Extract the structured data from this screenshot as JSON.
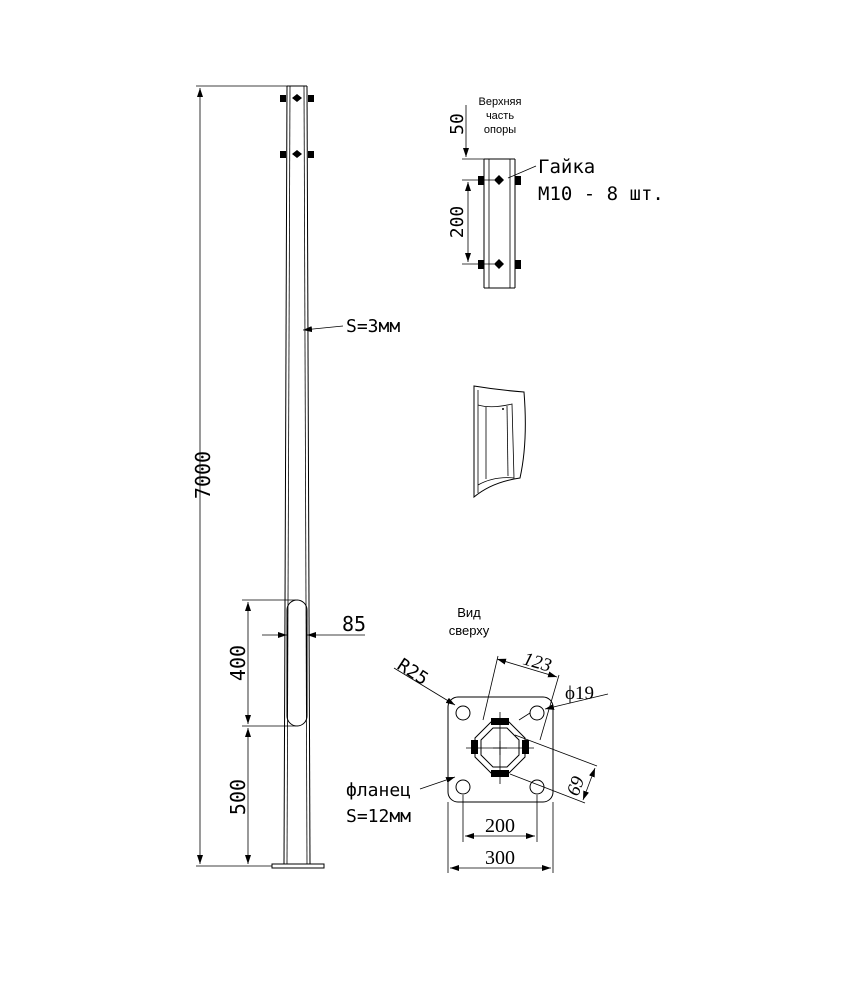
{
  "main_pole": {
    "height_dim": "7000",
    "wall_label": "S=3мм",
    "door_height_dim": "400",
    "door_bottom_dim": "500",
    "door_width_dim": "85"
  },
  "top_detail": {
    "title_line1": "Верхняя",
    "title_line2": "часть",
    "title_line3": "опоры",
    "dim_top": "50",
    "dim_spacing": "200",
    "nut_line1": "Гайка",
    "nut_line2": "M10 - 8 шт."
  },
  "top_view": {
    "title_line1": "Вид",
    "title_line2": "сверху",
    "dim_radius": "R25",
    "dim_diag": "123",
    "dim_hole": "ϕ19",
    "dim_69": "69",
    "dim_holes": "200",
    "dim_plate": "300",
    "flange_line1": "фланец",
    "flange_line2": "S=12мм"
  }
}
